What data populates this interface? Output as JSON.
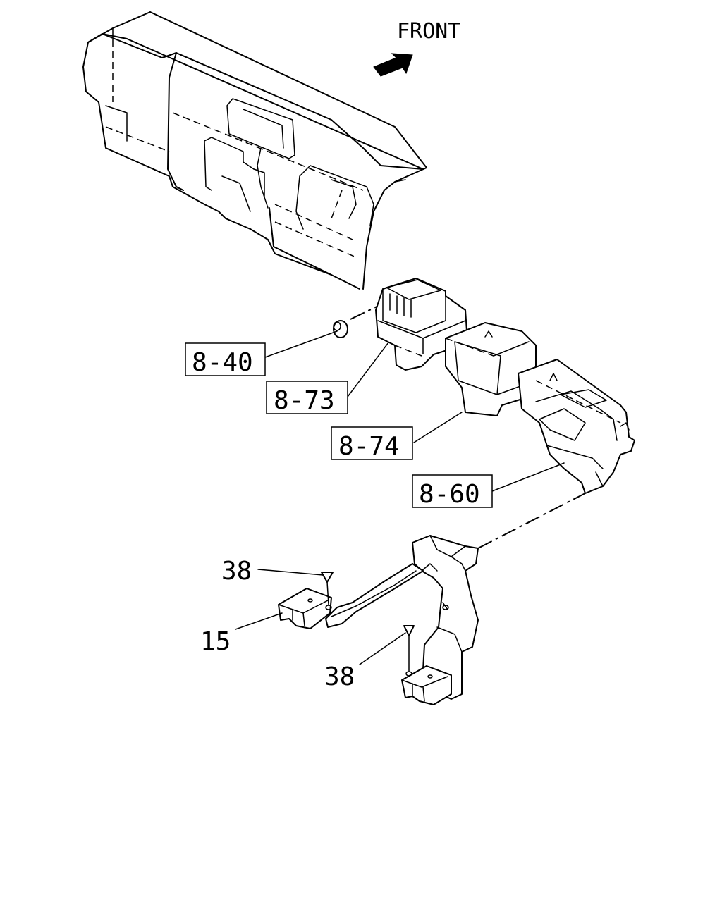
{
  "orientation_label": "FRONT",
  "callouts": {
    "part_8_40": "8-40",
    "part_8_73": "8-73",
    "part_8_74": "8-74",
    "part_8_60": "8-60",
    "part_38_top": "38",
    "part_15": "15",
    "part_38_bottom": "38"
  },
  "icons": {
    "direction_arrow": "arrow-icon"
  }
}
